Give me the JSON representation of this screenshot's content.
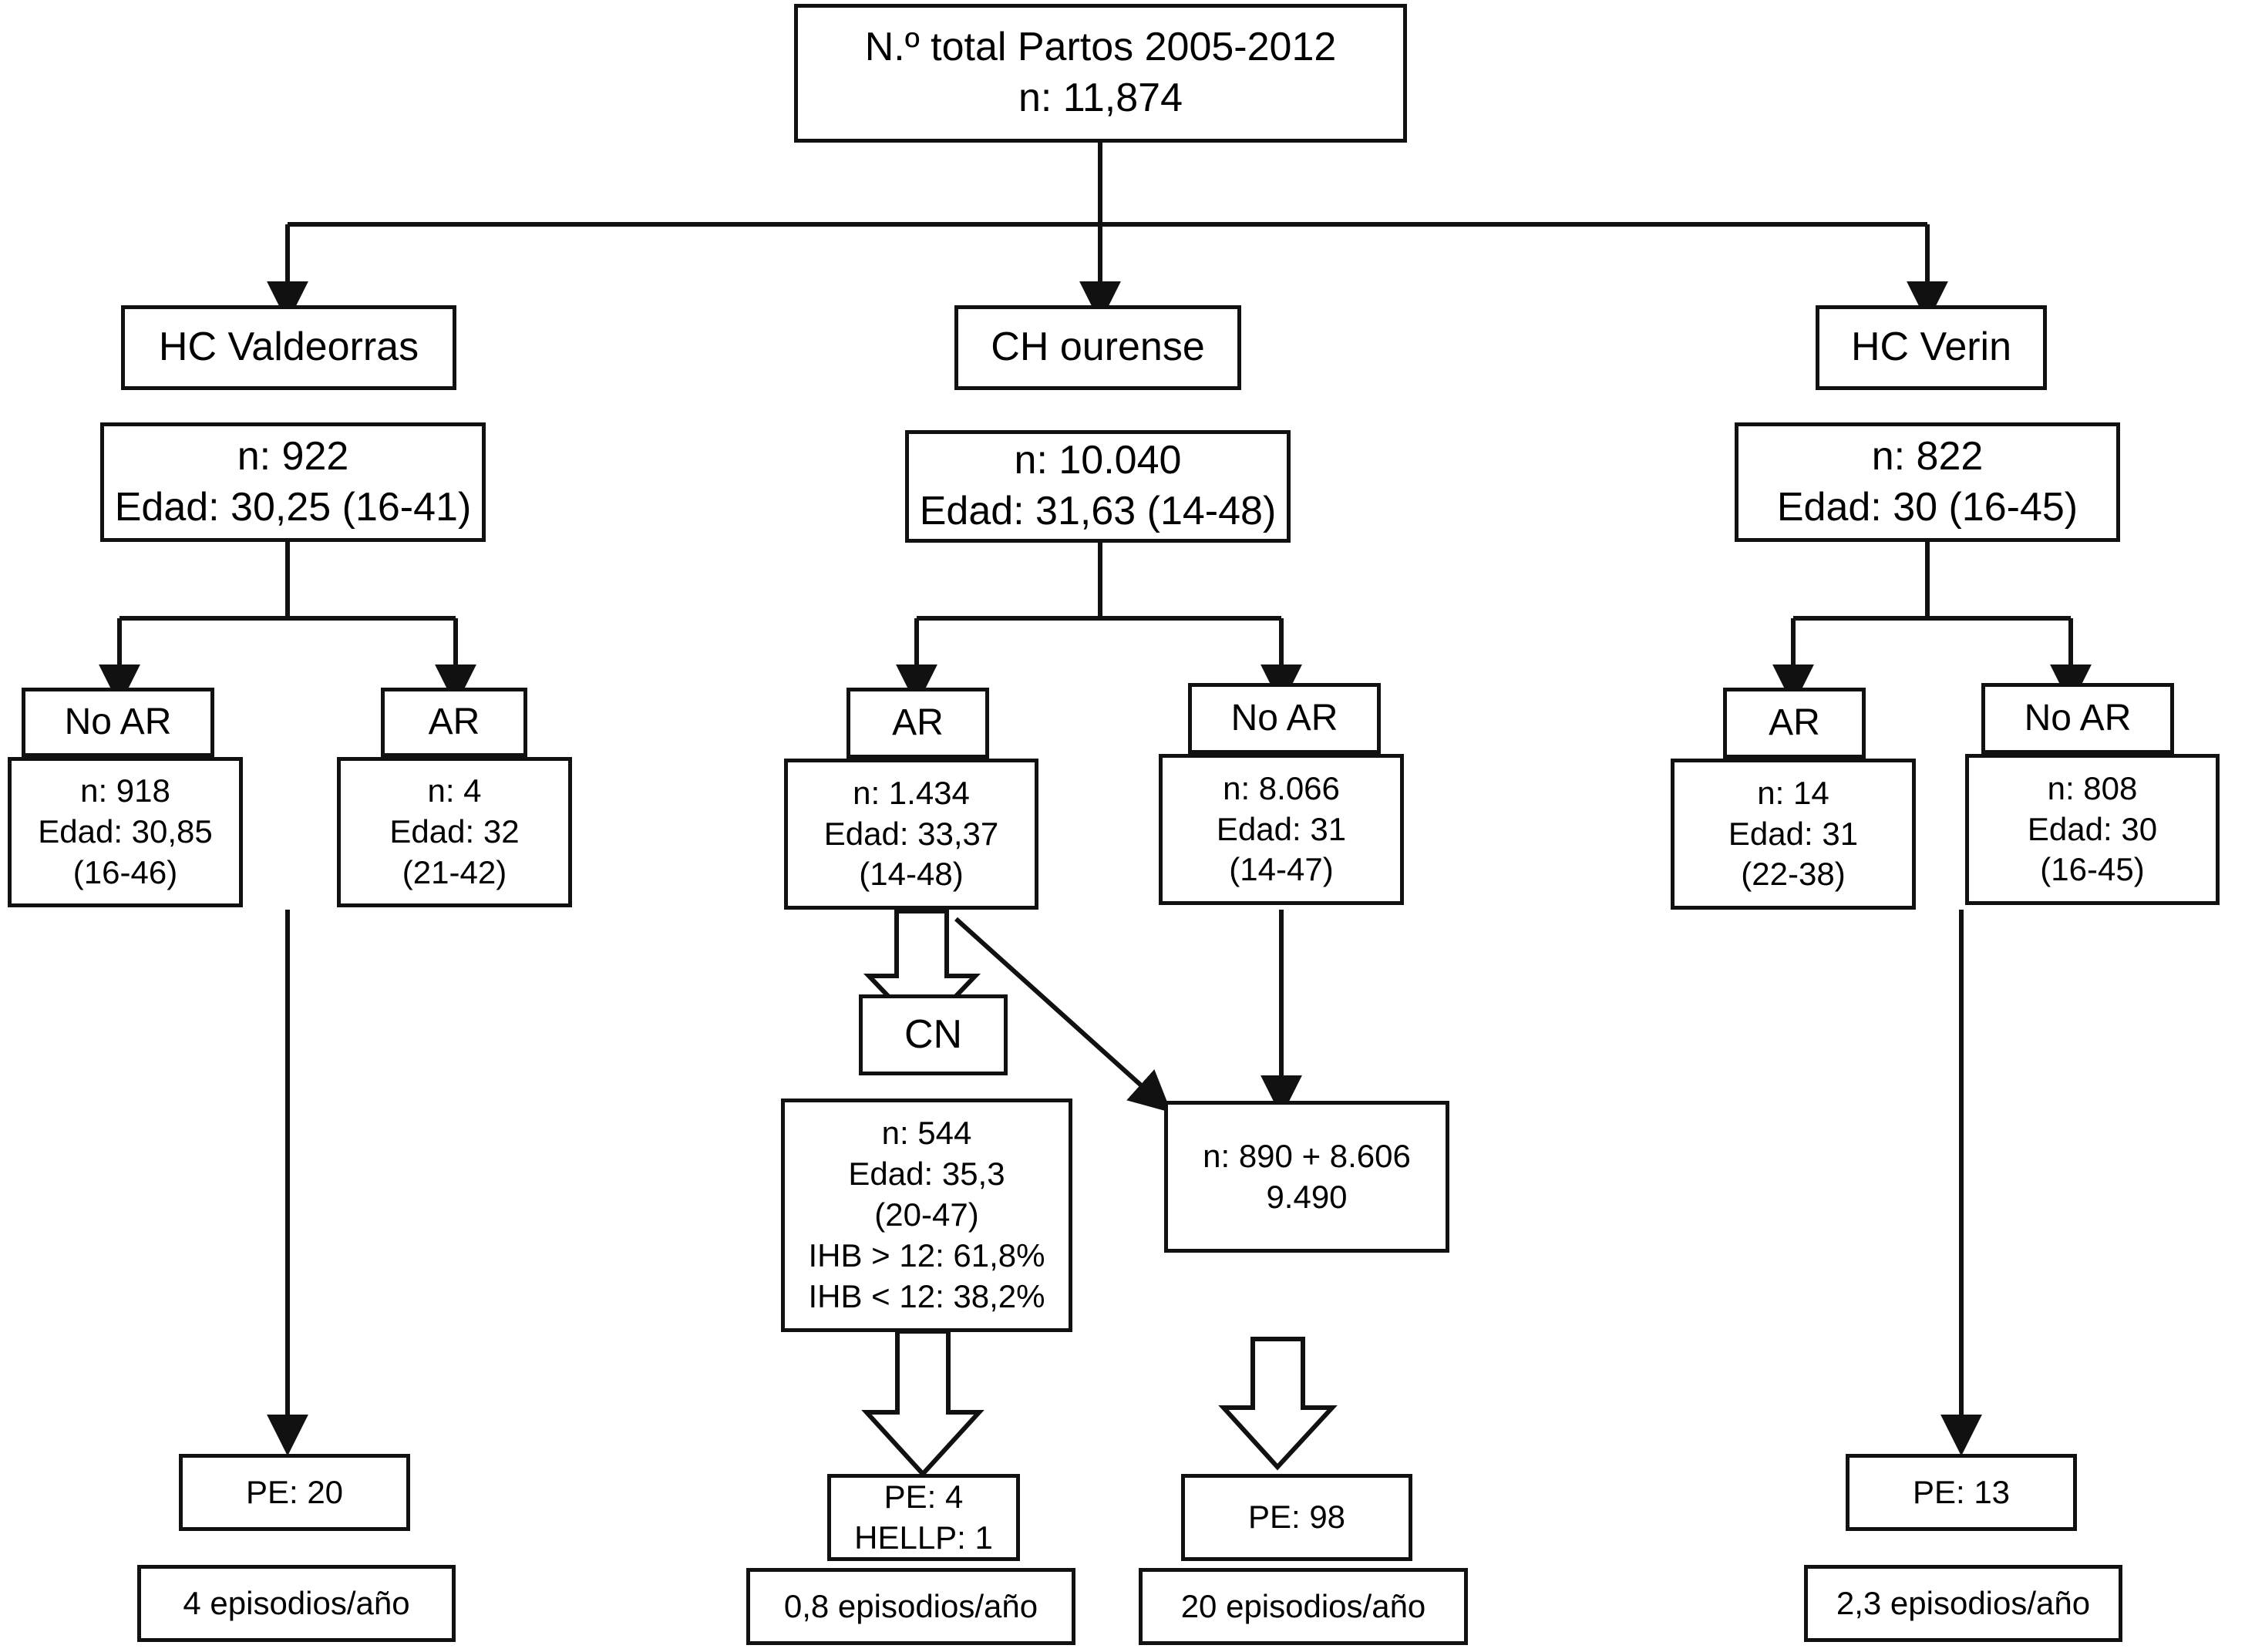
{
  "diagram": {
    "type": "flowchart",
    "title_node": {
      "line1": "N.º total Partos 2005-2012",
      "line2": "n: 11,874"
    },
    "hospitals": [
      {
        "name": "HC Valdeorras",
        "summary": "n: 922\nEdad: 30,25 (16-41)",
        "branches": [
          {
            "label": "No AR",
            "detail": "n: 918\nEdad: 30,85\n(16-46)"
          },
          {
            "label": "AR",
            "detail": "n: 4\nEdad: 32\n(21-42)"
          }
        ],
        "outcome": "PE: 20",
        "rate": "4 episodios/año"
      },
      {
        "name": "CH ourense",
        "summary": "n: 10.040\nEdad: 31,63 (14-48)",
        "branches": [
          {
            "label": "AR",
            "detail": "n: 1.434\nEdad: 33,37\n(14-48)"
          },
          {
            "label": "No AR",
            "detail": "n: 8.066\nEdad: 31\n(14-47)"
          }
        ],
        "cn_label": "CN",
        "cn_detail": "n: 544\nEdad: 35,3\n(20-47)\nIHB > 12: 61,8%\nIHB < 12: 38,2%",
        "merged_detail": "n: 890 + 8.606\n9.490",
        "outcome_left": "PE: 4\nHELLP: 1",
        "outcome_right": "PE: 98",
        "rate_left": "0,8 episodios/año",
        "rate_right": "20 episodios/año"
      },
      {
        "name": "HC Verin",
        "summary": "n: 822\nEdad: 30 (16-45)",
        "branches": [
          {
            "label": "AR",
            "detail": "n: 14\nEdad: 31\n(22-38)"
          },
          {
            "label": "No AR",
            "detail": "n: 808\nEdad: 30\n(16-45)"
          }
        ],
        "outcome": "PE: 13",
        "rate": "2,3 episodios/año"
      }
    ],
    "colors": {
      "stroke": "#111111",
      "fill": "#ffffff",
      "text": "#000000"
    }
  }
}
